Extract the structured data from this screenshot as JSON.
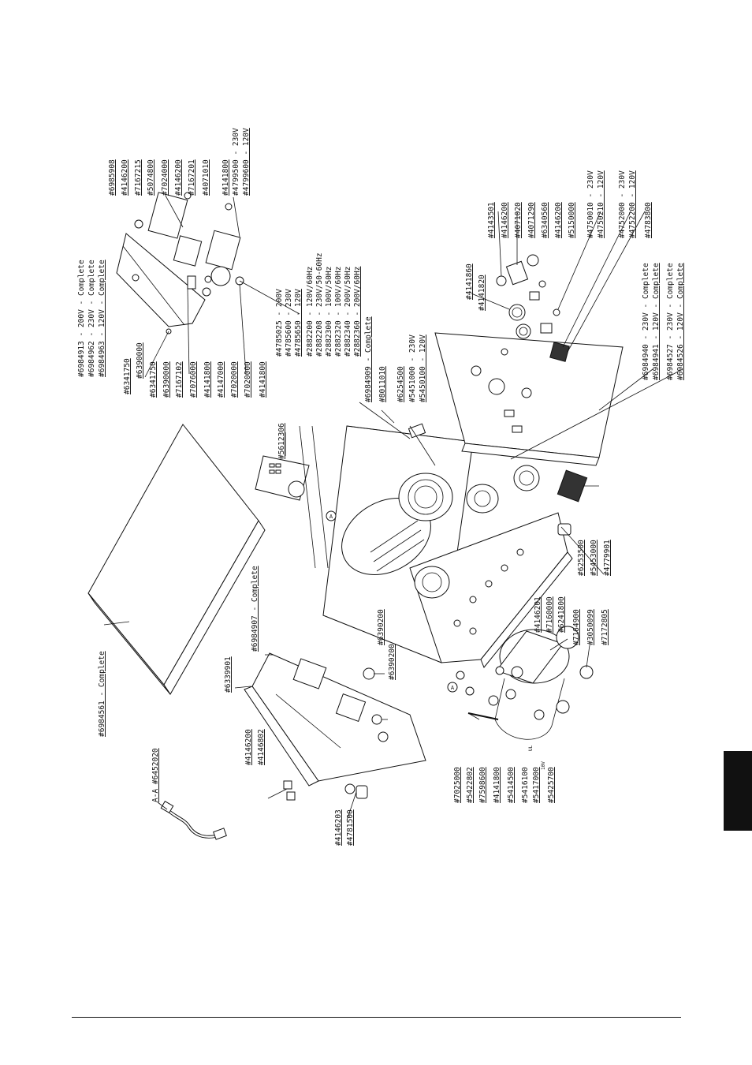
{
  "labels": {
    "cover": "#6984561 - Complete",
    "aa": "A-A #6452020",
    "left_4146203": "#4146203",
    "left_4781500": "#4781500",
    "left_4146200": "#4146200",
    "left_4146802": "#4146802",
    "left_6339901": "#6339901",
    "left_6984907": "#6984907 - Complete",
    "left_6390200a": "#6390200",
    "left_6390200b": "#6390200",
    "ctrl_5612306": "#5612306",
    "bot_7025000": "#7025000",
    "bot_5422802": "#5422802",
    "bot_7598600": "#7598600",
    "bot_4141800": "#4141800",
    "bot_5414500": "#5414500",
    "bot_5416100": "#5416100",
    "bot_5417000": "#5417000",
    "bot_5425700": "#5425700",
    "bot_ul": "UL",
    "bot_10v": "10V",
    "mid_4146201": "#4146201",
    "mid_7160000": "#7160000",
    "mid_6241800": "#6241800",
    "mid_7164900": "#7164900",
    "mid_3050099": "#3050099",
    "mid_7172805": "#7172805",
    "mid_6253500": "#6253500",
    "mid_5453000": "#5453000",
    "mid_4779901": "#4779901",
    "up_6341750": "#6341750",
    "up_6390000a": "#6390000",
    "up_6341750b": "#6341750",
    "up_6390000b": "#6390000",
    "up_7167102": "#7167102",
    "up_7076000": "#7076000",
    "up_4141800": "#4141800",
    "up_4147000": "#4147000",
    "up_7020000a": "#7020000",
    "up_7020000b": "#7020000",
    "up_4141800b": "#4141800",
    "sw_6984913": "#6984913 - 200V - Complete",
    "sw_6984962": "#6984962 - 230V - Complete",
    "sw_6984963": "#6984963 - 120V - Complete",
    "top_6985908": "#6985908",
    "top_4146200": "#4146200",
    "top_7167215": "#7167215",
    "top_5074800": "#5074800",
    "top_7024000": "#7024000",
    "top_4146200b": "#4146200",
    "top_7167201": "#7167201",
    "top_4071010": "#4071010",
    "top_4141800": "#4141800",
    "top_4799500": "#4799500 - 230V",
    "top_4799600": "#4799600 - 120V",
    "m_4785025": "#4785025 - 200V",
    "m_4785600": "#4785600 - 230V",
    "m_4785650": "#4785650 - 120V",
    "m_2882200": "#2882200 - 120V/60Hz",
    "m_2882208": "#2882208 - 230V/50-60Hz",
    "m_2882300": "#2882300 - 100V/50Hz",
    "m_2882320": "#2882320 - 100V/60Hz",
    "m_2882340": "#2882340 - 200V/50Hz",
    "m_2882360": "#2882360 - 200V/60Hz",
    "m_6984909": "#6984909 - Complete",
    "m_8011010": "#8011010",
    "m_6254500": "#6254500",
    "m_5451000": "#5451000 - 230V",
    "m_5450100": "#5450100 - 120V",
    "r_4141860": "#4141860",
    "r_4141820": "#4141820",
    "r_4143501": "#4143501",
    "r_4146200": "#4146200",
    "r_4071020": "#4071020",
    "r_4071290": "#4071290",
    "r_6340560": "#6340560",
    "r_4146200b": "#4146200",
    "r_5150000": "#5150000",
    "r_4750010": "#4750010 - 230V",
    "r_4750210": "#4750210 - 120V",
    "r_4752000": "#4752000 - 230V",
    "r_4752200": "#4752200 - 120V",
    "r_4783800": "#4783800",
    "r_6984940": "#6984940 - 230V - Complete",
    "r_6984941": "#6984941 - 120V - Complete",
    "r_6984527": "#6984527 - 230V - Complete",
    "r_6984526": "#6984526 - 120V - Complete",
    "sec_a1": "A",
    "sec_a2": "A"
  }
}
